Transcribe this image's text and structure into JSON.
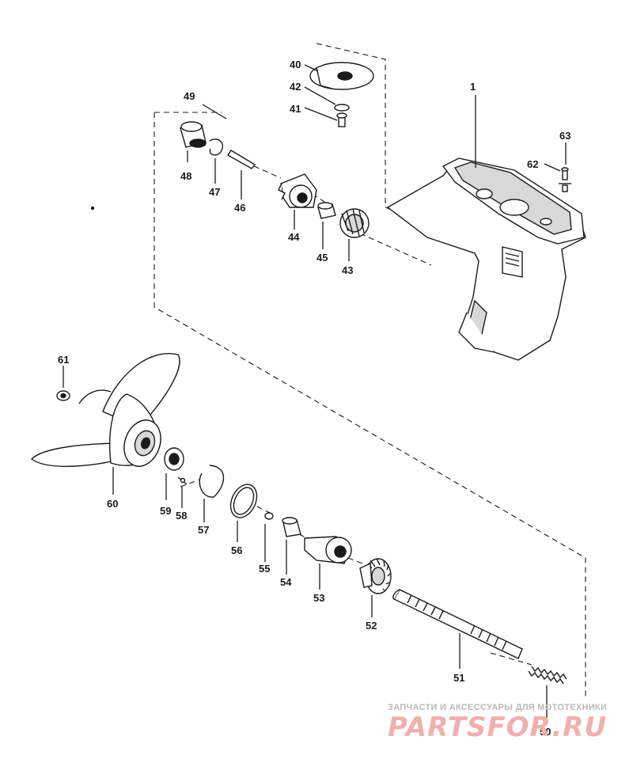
{
  "diagram": {
    "callouts": [
      {
        "id": "1",
        "label": "1"
      },
      {
        "id": "40",
        "label": "40"
      },
      {
        "id": "41",
        "label": "41"
      },
      {
        "id": "42",
        "label": "42"
      },
      {
        "id": "43",
        "label": "43"
      },
      {
        "id": "44",
        "label": "44"
      },
      {
        "id": "45",
        "label": "45"
      },
      {
        "id": "46",
        "label": "46"
      },
      {
        "id": "47",
        "label": "47"
      },
      {
        "id": "48",
        "label": "48"
      },
      {
        "id": "49",
        "label": "49"
      },
      {
        "id": "50",
        "label": "50"
      },
      {
        "id": "51",
        "label": "51"
      },
      {
        "id": "52",
        "label": "52"
      },
      {
        "id": "53",
        "label": "53"
      },
      {
        "id": "54",
        "label": "54"
      },
      {
        "id": "55",
        "label": "55"
      },
      {
        "id": "56",
        "label": "56"
      },
      {
        "id": "57",
        "label": "57"
      },
      {
        "id": "58",
        "label": "58"
      },
      {
        "id": "59",
        "label": "59"
      },
      {
        "id": "60",
        "label": "60"
      },
      {
        "id": "61",
        "label": "61"
      },
      {
        "id": "62",
        "label": "62"
      },
      {
        "id": "63",
        "label": "63"
      }
    ]
  },
  "watermark": {
    "caption": "ЗАПЧАСТИ И АКСЕССУАРЫ ДЛЯ МОТОТЕХНИКИ",
    "brand": "PARTSFOR.RU",
    "caption_color": "#b9b9b9",
    "brand_color": "#f0b0b0"
  }
}
